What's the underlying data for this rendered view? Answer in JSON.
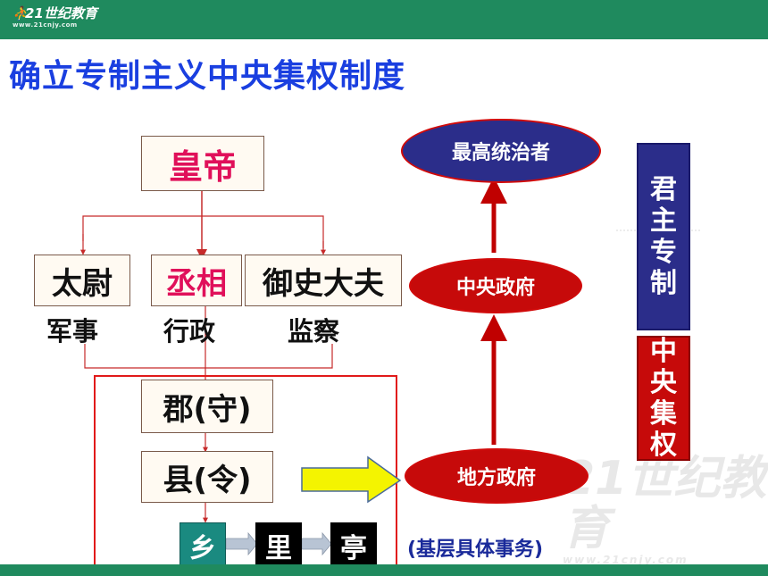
{
  "header": {
    "logo_text": "21世纪教育",
    "logo_url_text": "www.21cnjy.com"
  },
  "title": "确立专制主义中央集权制度",
  "emperor": "皇帝",
  "officials": [
    {
      "name": "太尉",
      "role": "军事"
    },
    {
      "name": "丞相",
      "role": "行政"
    },
    {
      "name": "御史大夫",
      "role": "监察"
    }
  ],
  "local": {
    "commandery": "郡(守)",
    "county": "县(令)",
    "xiang": "乡",
    "li": "里",
    "ting": "亭",
    "note": "(基层具体事务)"
  },
  "hierarchy": {
    "top": "最高统治者",
    "central": "中央政府",
    "local": "地方政府"
  },
  "side_labels": {
    "autocracy": "君主专制",
    "centralization": "中央集权"
  },
  "watermark": {
    "main": "21世纪教育",
    "url": "www.21cnjy.com"
  },
  "colors": {
    "theme_green": "#1f8a5e",
    "title_blue": "#1a3fe0",
    "navy": "#2b2d8a",
    "red": "#c60a0a",
    "emphasis_pink": "#e0105a"
  }
}
